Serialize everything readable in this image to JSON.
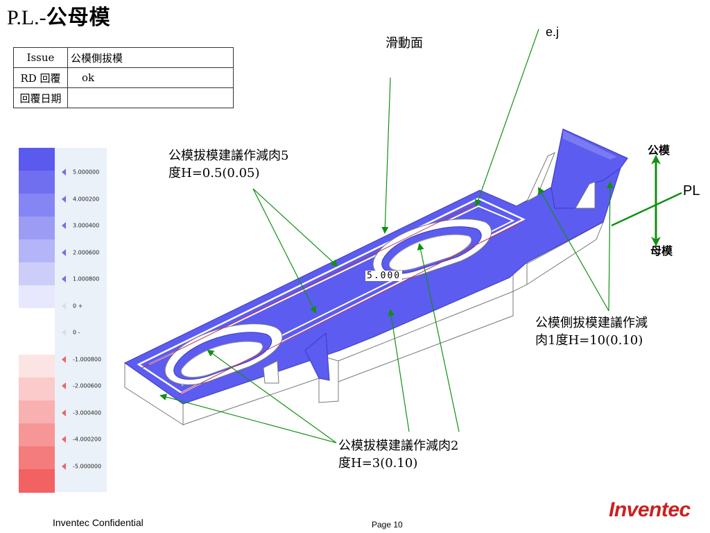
{
  "title": {
    "prefix": "P.L.-",
    "cjk": "公母模"
  },
  "table": [
    {
      "label": "Issue",
      "value": "公模側拔模"
    },
    {
      "label": "RD 回覆",
      "value": "ok"
    },
    {
      "label": "回覆日期",
      "value": ""
    }
  ],
  "labels": {
    "sliding_surface": "滑動面",
    "ej": "e.j",
    "draft5": [
      "公模拔模建議作減肉5",
      "度H=0.5(0.05)"
    ],
    "draft2": [
      "公模拔模建議作減肉2",
      "度H=3(0.10)"
    ],
    "side_draft": [
      "公模側拔模建議作減",
      "肉1度H=10(0.10)"
    ],
    "core_side": "公模",
    "cavity_side": "母模",
    "pl": "PL",
    "dimension": "5.000"
  },
  "legend": {
    "ticks": [
      "5.000000",
      "4.000200",
      "3.000400",
      "2.000600",
      "1.000800",
      "0 +",
      "0 -",
      "-1.000800",
      "-2.000600",
      "-3.000400",
      "-4.000200",
      "-5.000000"
    ],
    "colors": [
      "#5a5aee",
      "#6f6ff0",
      "#8585f3",
      "#9c9cf5",
      "#b4b4f8",
      "#cdcdfa",
      "#e7e7fd",
      "#ffffff",
      "#ffffff",
      "#fde4e4",
      "#fbcaca",
      "#f9b0b0",
      "#f79696",
      "#f47c7c",
      "#f26262"
    ]
  },
  "footer": {
    "confidential": "Inventec Confidential",
    "page": "Page 10",
    "logo": "Inventec"
  },
  "colors": {
    "part_blue": "#5c5cf0",
    "arrow_green": "#109010",
    "edge_gray": "#666666"
  }
}
